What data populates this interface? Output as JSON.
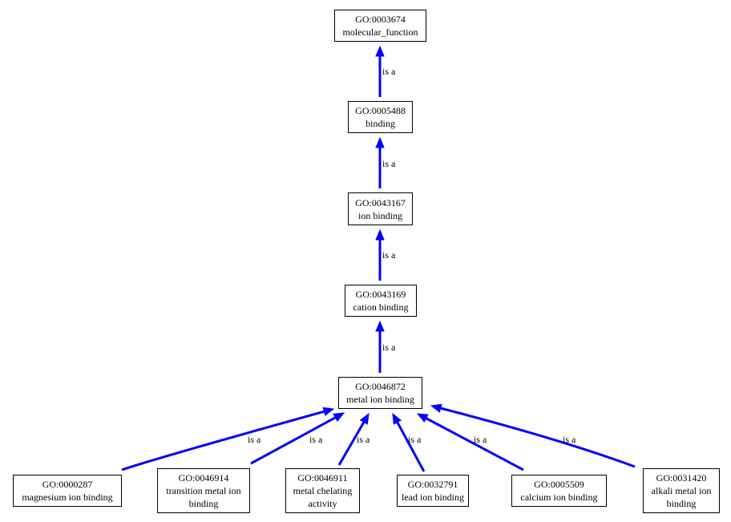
{
  "nodes": {
    "n0003674": {
      "id": "GO:0003674",
      "name": "molecular_function"
    },
    "n0005488": {
      "id": "GO:0005488",
      "name": "binding"
    },
    "n0043167": {
      "id": "GO:0043167",
      "name": "ion binding"
    },
    "n0043169": {
      "id": "GO:0043169",
      "name": "cation binding"
    },
    "n0046872": {
      "id": "GO:0046872",
      "name": "metal ion binding"
    },
    "n0000287": {
      "id": "GO:0000287",
      "name": "magnesium ion binding"
    },
    "n0046914": {
      "id": "GO:0046914",
      "name": "transition metal ion binding"
    },
    "n0046911": {
      "id": "GO:0046911",
      "name": "metal chelating activity"
    },
    "n0032791": {
      "id": "GO:0032791",
      "name": "lead ion binding"
    },
    "n0005509": {
      "id": "GO:0005509",
      "name": "calcium ion binding"
    },
    "n0031420": {
      "id": "GO:0031420",
      "name": "alkali metal ion binding"
    }
  },
  "edges": [
    {
      "from": "n0005488",
      "to": "n0003674",
      "label": "is a"
    },
    {
      "from": "n0043167",
      "to": "n0005488",
      "label": "is a"
    },
    {
      "from": "n0043169",
      "to": "n0043167",
      "label": "is a"
    },
    {
      "from": "n0046872",
      "to": "n0043169",
      "label": "is a"
    },
    {
      "from": "n0000287",
      "to": "n0046872",
      "label": "is a"
    },
    {
      "from": "n0046914",
      "to": "n0046872",
      "label": "is a"
    },
    {
      "from": "n0046911",
      "to": "n0046872",
      "label": "is a"
    },
    {
      "from": "n0032791",
      "to": "n0046872",
      "label": "is a"
    },
    {
      "from": "n0005509",
      "to": "n0046872",
      "label": "is a"
    },
    {
      "from": "n0031420",
      "to": "n0046872",
      "label": "is a"
    }
  ],
  "colors": {
    "edge": "#0000ff",
    "node_border": "#000000",
    "background": "#ffffff"
  }
}
